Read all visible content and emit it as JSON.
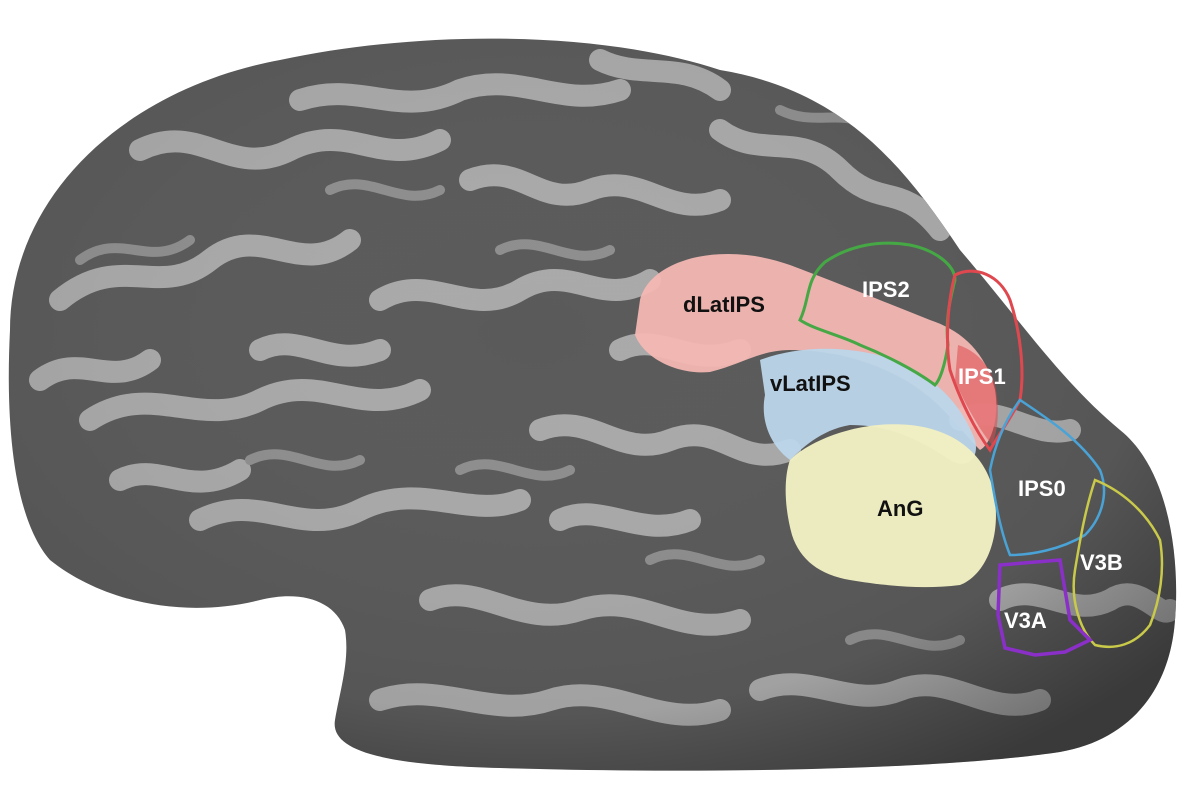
{
  "figure": {
    "colors": {
      "background": "#ffffff",
      "cortex_dark": "#5a5a5a",
      "cortex_light": "#a9a9a9",
      "dLatIPS": "#f3b7b3",
      "vLatIPS": "#bcd6ea",
      "AnG": "#f1efc2",
      "IPS0": "#4aa3d6",
      "IPS1": "#e0484f",
      "IPS2": "#45a845",
      "V3A": "#8a2fc8",
      "V3B": "#c9c94a"
    },
    "labels": {
      "dLatIPS": "dLatIPS",
      "vLatIPS": "vLatIPS",
      "AnG": "AnG",
      "IPS2": "IPS2",
      "IPS1": "IPS1",
      "IPS0": "IPS0",
      "V3B": "V3B",
      "V3A": "V3A"
    }
  }
}
